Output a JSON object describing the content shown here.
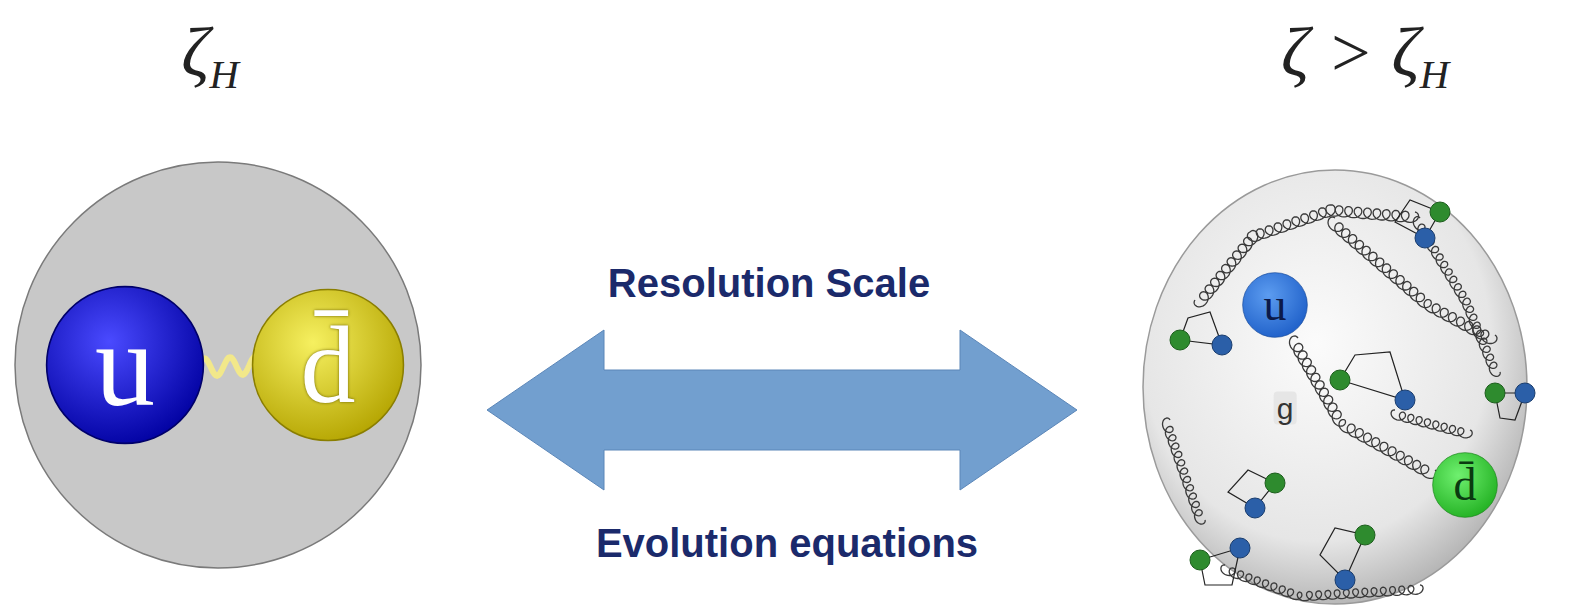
{
  "diagram": {
    "nodes": [
      {
        "text": [
          "ζH"
        ]
      },
      {
        "text": [
          "u"
        ],
        "in": 0
      },
      {
        "text": [
          "d̄"
        ],
        "in": 0
      },
      {
        "text": [
          "ζ > ζH",
          "g"
        ]
      },
      {
        "text": [
          "u"
        ],
        "in": 3
      },
      {
        "text": [
          "d̄"
        ],
        "in": 3
      }
    ],
    "edges": [
      {
        "from": 0,
        "to": 3,
        "label": "Resolution Scale",
        "arrow": "both"
      }
    ],
    "labels": [
      "Evolution equations"
    ]
  }
}
